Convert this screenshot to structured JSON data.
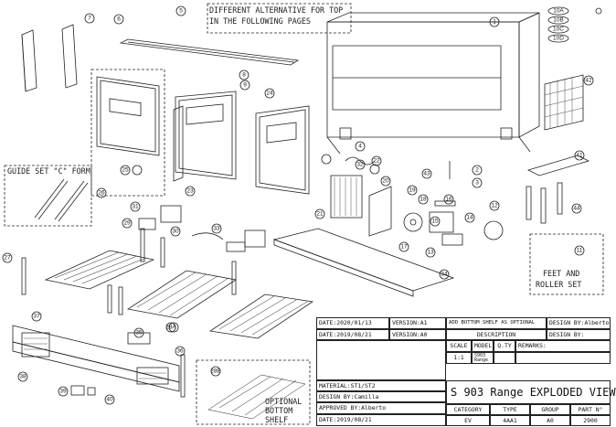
{
  "notes": {
    "top_alternatives": [
      "DIFFERENT ALTERNATIVE FOR TOP",
      "IN THE FOLLOWING PAGES"
    ],
    "guide_set": "GUIDE SET \"C\" FORM",
    "feet_roller": [
      "FEET AND",
      "ROLLER SET"
    ],
    "optional_shelf": [
      "OPTIONAL",
      "BOTTOM",
      "SHELF"
    ]
  },
  "balloons": [
    "1",
    "2",
    "3",
    "4",
    "5",
    "6",
    "7",
    "8",
    "9",
    "10A",
    "10B",
    "10C",
    "10D",
    "11",
    "12",
    "13",
    "14",
    "15",
    "16",
    "17",
    "18",
    "19",
    "20",
    "21",
    "22",
    "23",
    "24",
    "25",
    "26",
    "27",
    "28",
    "28A",
    "28B",
    "29",
    "30",
    "31",
    "32",
    "33",
    "34",
    "35",
    "36",
    "37",
    "38",
    "39",
    "40",
    "41",
    "42",
    "43",
    "44"
  ],
  "title_block": {
    "revisions": [
      {
        "date": "DATE:2020/01/13",
        "version": "VERSION:A1",
        "description": "ADD BOTTOM SHELF AS OPTIONAL"
      },
      {
        "date": "DATE:2019/08/21",
        "version": "VERSION:A0",
        "description": "DESCRIPTION"
      }
    ],
    "design_by_top": "DESIGN BY:Alberto",
    "design_by_blank": "DESIGN BY:",
    "remarks": "REMARKS:",
    "scale_label": "SCALE",
    "scale_value": "1:1",
    "model_label": "MODEL",
    "model_value": "S903 Range",
    "qty_label": "Q.TY",
    "material": "MATERIAL:ST1/ST2",
    "design_by_bottom": "DESIGN BY:Camilla",
    "approved_by": "APPROVED BY:Alberto",
    "date_bottom": "DATE:2019/08/21",
    "title": "S 903 Range EXPLODED VIEW",
    "columns": [
      "CATEGORY",
      "TYPE",
      "GROUP",
      "PART N°"
    ],
    "values": [
      "EV",
      "4AA1",
      "A0",
      "2900"
    ]
  }
}
